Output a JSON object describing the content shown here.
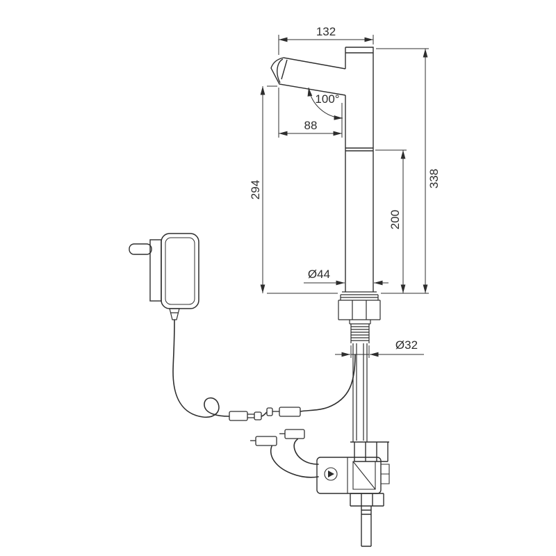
{
  "colors": {
    "line": "#2d2d2d",
    "background": "#ffffff"
  },
  "labels": {
    "top_width": "132",
    "spout_angle": "100°",
    "spout_reach": "88",
    "height_spout": "294",
    "height_total": "338",
    "height_lower": "200",
    "body_diameter": "Ø44",
    "shank_diameter": "Ø32"
  }
}
